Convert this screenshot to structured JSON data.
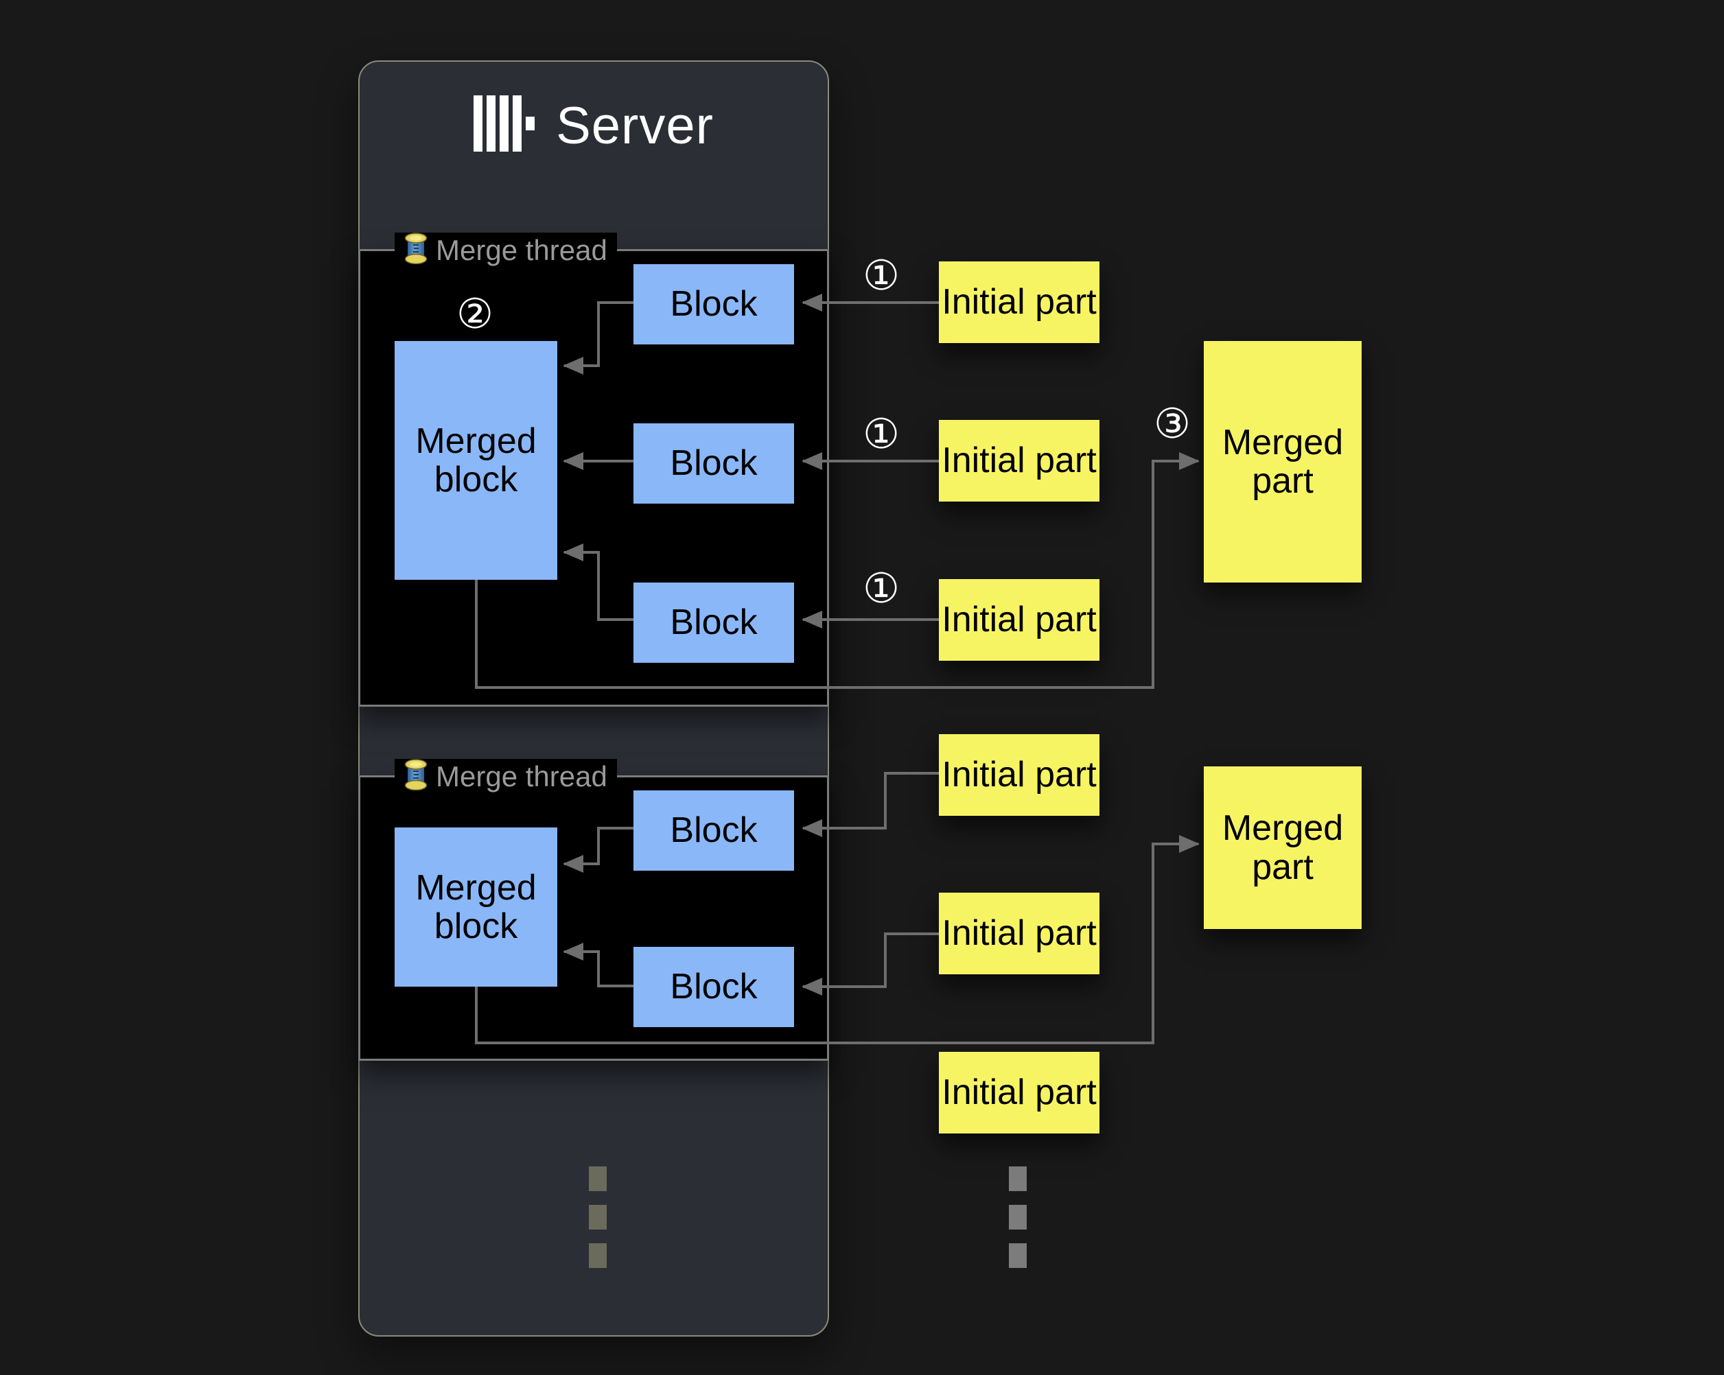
{
  "server": {
    "title": "Server",
    "logo": "clickhouse-logo"
  },
  "threads": [
    {
      "label": "Merge thread",
      "icon": "thread-spool-icon",
      "badge": "②",
      "merged_block_label": "Merged block",
      "block_labels": [
        "Block",
        "Block",
        "Block"
      ]
    },
    {
      "label": "Merge thread",
      "icon": "thread-spool-icon",
      "merged_block_label": "Merged block",
      "block_labels": [
        "Block",
        "Block"
      ]
    }
  ],
  "flow": {
    "read_badge": "①",
    "merge_badge": "②",
    "write_badge": "③",
    "initial_part_labels": [
      "Initial part",
      "Initial part",
      "Initial part",
      "Initial part",
      "Initial part",
      "Initial part"
    ],
    "merged_part_labels": [
      "Merged part",
      "Merged part"
    ]
  },
  "colors": {
    "page_background": "#191919",
    "server_panel": "#2b2e35",
    "thread_box": "#000000",
    "thread_border": "#7b7b7b",
    "block_blue": "#8ab7f8",
    "part_yellow": "#f7f464",
    "connector_gray": "#6e6e6e",
    "label_gray": "#9a9a9a",
    "title_white": "#ffffff"
  }
}
